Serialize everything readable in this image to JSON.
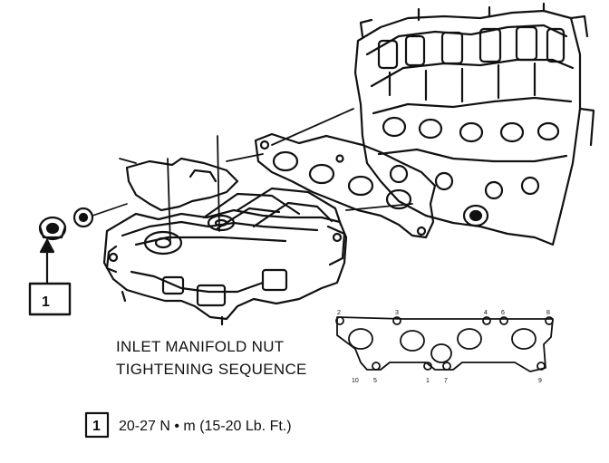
{
  "diagram": {
    "callout_number": "1",
    "caption_line1": "INLET MANIFOLD NUT",
    "caption_line2": "TIGHTENING SEQUENCE",
    "sequence_labels": [
      "3",
      "4",
      "6",
      "8",
      "2",
      "5",
      "1",
      "7",
      "9",
      "10"
    ],
    "legend_number": "1",
    "torque_spec": "20-27 N • m (15-20 Lb. Ft.)"
  }
}
